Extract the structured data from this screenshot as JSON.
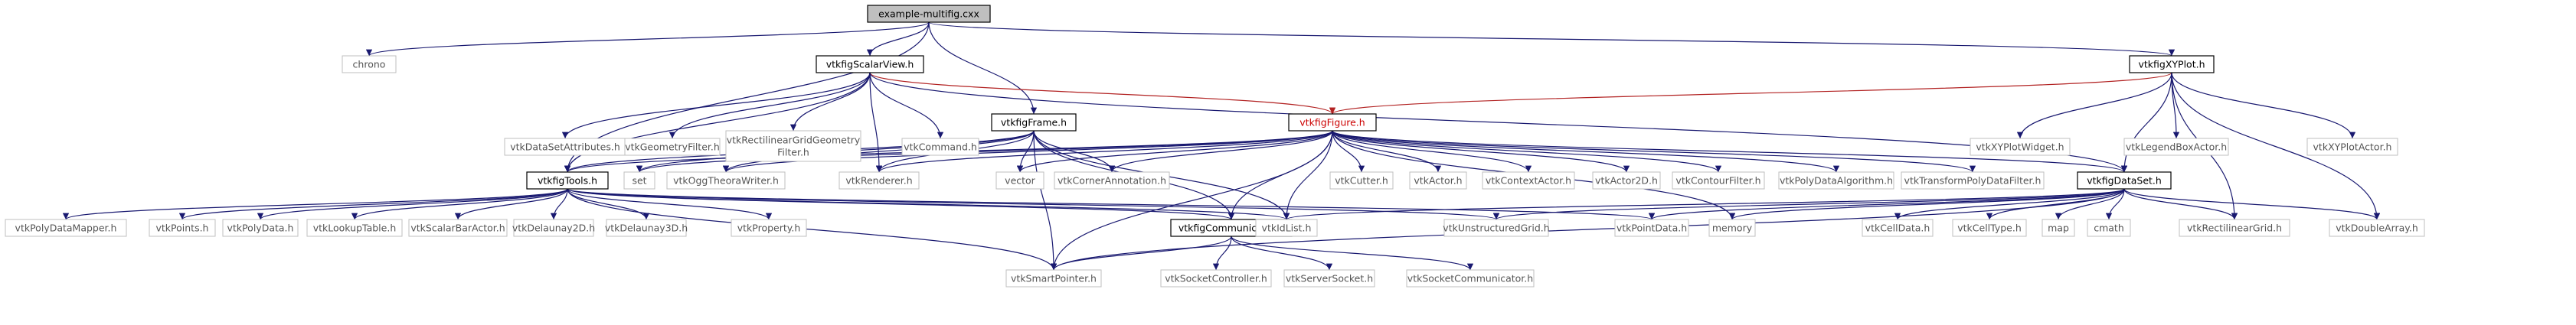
{
  "colors": {
    "edge": "#191970",
    "edge_highlight": "#b22222",
    "root_fill": "#bfbfbf",
    "highlight_text": "#cc0000",
    "external_border": "#bfbfbf"
  },
  "nodes": {
    "root": {
      "label": "example-multifig.cxx",
      "kind": "root"
    },
    "chrono": {
      "label": "chrono",
      "kind": "external"
    },
    "scalarview": {
      "label": "vtkfigScalarView.h",
      "kind": "file"
    },
    "xyplot": {
      "label": "vtkfigXYPlot.h",
      "kind": "file"
    },
    "frame": {
      "label": "vtkfigFrame.h",
      "kind": "file"
    },
    "figure": {
      "label": "vtkfigFigure.h",
      "kind": "highlight"
    },
    "tools": {
      "label": "vtkfigTools.h",
      "kind": "file"
    },
    "dataset": {
      "label": "vtkfigDataSet.h",
      "kind": "file"
    },
    "communicator": {
      "label": "vtkfigCommunicator.h",
      "kind": "file"
    },
    "datasetattributes": {
      "label": "vtkDataSetAttributes.h",
      "kind": "external"
    },
    "geometryfilter": {
      "label": "vtkGeometryFilter.h",
      "kind": "external"
    },
    "rectgeomfilter": {
      "label": "vtkRectilinearGridGeometry",
      "label2": "Filter.h",
      "kind": "external"
    },
    "command": {
      "label": "vtkCommand.h",
      "kind": "external"
    },
    "xyplotwidget": {
      "label": "vtkXYPlotWidget.h",
      "kind": "external"
    },
    "legendbox": {
      "label": "vtkLegendBoxActor.h",
      "kind": "external"
    },
    "xyplotactor": {
      "label": "vtkXYPlotActor.h",
      "kind": "external"
    },
    "set": {
      "label": "set",
      "kind": "external"
    },
    "oggwriter": {
      "label": "vtkOggTheoraWriter.h",
      "kind": "external"
    },
    "renderer": {
      "label": "vtkRenderer.h",
      "kind": "external"
    },
    "vector": {
      "label": "vector",
      "kind": "external"
    },
    "corner": {
      "label": "vtkCornerAnnotation.h",
      "kind": "external"
    },
    "cutter": {
      "label": "vtkCutter.h",
      "kind": "external"
    },
    "actor": {
      "label": "vtkActor.h",
      "kind": "external"
    },
    "contextactor": {
      "label": "vtkContextActor.h",
      "kind": "external"
    },
    "actor2d": {
      "label": "vtkActor2D.h",
      "kind": "external"
    },
    "contourfilter": {
      "label": "vtkContourFilter.h",
      "kind": "external"
    },
    "polyalgo": {
      "label": "vtkPolyDataAlgorithm.h",
      "kind": "external"
    },
    "transformpoly": {
      "label": "vtkTransformPolyDataFilter.h",
      "kind": "external"
    },
    "polymapper": {
      "label": "vtkPolyDataMapper.h",
      "kind": "external"
    },
    "points": {
      "label": "vtkPoints.h",
      "kind": "external"
    },
    "polydata": {
      "label": "vtkPolyData.h",
      "kind": "external"
    },
    "lookup": {
      "label": "vtkLookupTable.h",
      "kind": "external"
    },
    "scalarbar": {
      "label": "vtkScalarBarActor.h",
      "kind": "external"
    },
    "delaunay2d": {
      "label": "vtkDelaunay2D.h",
      "kind": "external"
    },
    "delaunay3d": {
      "label": "vtkDelaunay3D.h",
      "kind": "external"
    },
    "property": {
      "label": "vtkProperty.h",
      "kind": "external"
    },
    "idlist": {
      "label": "vtkIdList.h",
      "kind": "external"
    },
    "ugrid": {
      "label": "vtkUnstructuredGrid.h",
      "kind": "external"
    },
    "pointdata": {
      "label": "vtkPointData.h",
      "kind": "external"
    },
    "memory": {
      "label": "memory",
      "kind": "external"
    },
    "celldata": {
      "label": "vtkCellData.h",
      "kind": "external"
    },
    "celltype": {
      "label": "vtkCellType.h",
      "kind": "external"
    },
    "map": {
      "label": "map",
      "kind": "external"
    },
    "cmath": {
      "label": "cmath",
      "kind": "external"
    },
    "rectgrid": {
      "label": "vtkRectilinearGrid.h",
      "kind": "external"
    },
    "doublearray": {
      "label": "vtkDoubleArray.h",
      "kind": "external"
    },
    "smartpointer": {
      "label": "vtkSmartPointer.h",
      "kind": "external"
    },
    "socketcontroller": {
      "label": "vtkSocketController.h",
      "kind": "external"
    },
    "serversocket": {
      "label": "vtkServerSocket.h",
      "kind": "external"
    },
    "socketcomm": {
      "label": "vtkSocketCommunicator.h",
      "kind": "external"
    }
  },
  "edges": [
    [
      "root",
      "chrono"
    ],
    [
      "root",
      "scalarview"
    ],
    [
      "root",
      "xyplot"
    ],
    [
      "root",
      "frame"
    ],
    [
      "root",
      "tools"
    ],
    [
      "scalarview",
      "datasetattributes"
    ],
    [
      "scalarview",
      "geometryfilter"
    ],
    [
      "scalarview",
      "rectgeomfilter"
    ],
    [
      "scalarview",
      "command"
    ],
    [
      "scalarview",
      "figure"
    ],
    [
      "scalarview",
      "tools"
    ],
    [
      "scalarview",
      "renderer"
    ],
    [
      "scalarview",
      "dataset"
    ],
    [
      "xyplot",
      "figure"
    ],
    [
      "xyplot",
      "xyplotwidget"
    ],
    [
      "xyplot",
      "legendbox"
    ],
    [
      "xyplot",
      "xyplotactor"
    ],
    [
      "xyplot",
      "dataset"
    ],
    [
      "xyplot",
      "doublearray"
    ],
    [
      "xyplot",
      "rectgrid"
    ],
    [
      "frame",
      "tools"
    ],
    [
      "frame",
      "set"
    ],
    [
      "frame",
      "oggwriter"
    ],
    [
      "frame",
      "renderer"
    ],
    [
      "frame",
      "vector"
    ],
    [
      "frame",
      "corner"
    ],
    [
      "frame",
      "smartpointer"
    ],
    [
      "frame",
      "communicator"
    ],
    [
      "frame",
      "idlist"
    ],
    [
      "figure",
      "tools"
    ],
    [
      "figure",
      "renderer"
    ],
    [
      "figure",
      "vector"
    ],
    [
      "figure",
      "corner"
    ],
    [
      "figure",
      "cutter"
    ],
    [
      "figure",
      "actor"
    ],
    [
      "figure",
      "contextactor"
    ],
    [
      "figure",
      "actor2d"
    ],
    [
      "figure",
      "contourfilter"
    ],
    [
      "figure",
      "polyalgo"
    ],
    [
      "figure",
      "transformpoly"
    ],
    [
      "figure",
      "dataset"
    ],
    [
      "figure",
      "communicator"
    ],
    [
      "figure",
      "smartpointer"
    ],
    [
      "figure",
      "idlist"
    ],
    [
      "figure",
      "memory"
    ],
    [
      "figure",
      "set"
    ],
    [
      "figure",
      "oggwriter"
    ],
    [
      "tools",
      "polymapper"
    ],
    [
      "tools",
      "points"
    ],
    [
      "tools",
      "polydata"
    ],
    [
      "tools",
      "lookup"
    ],
    [
      "tools",
      "scalarbar"
    ],
    [
      "tools",
      "delaunay2d"
    ],
    [
      "tools",
      "delaunay3d"
    ],
    [
      "tools",
      "property"
    ],
    [
      "tools",
      "idlist"
    ],
    [
      "tools",
      "ugrid"
    ],
    [
      "tools",
      "pointdata"
    ],
    [
      "tools",
      "smartpointer"
    ],
    [
      "tools",
      "communicator"
    ],
    [
      "dataset",
      "pointdata"
    ],
    [
      "dataset",
      "celldata"
    ],
    [
      "dataset",
      "celltype"
    ],
    [
      "dataset",
      "map"
    ],
    [
      "dataset",
      "cmath"
    ],
    [
      "dataset",
      "rectgrid"
    ],
    [
      "dataset",
      "doublearray"
    ],
    [
      "dataset",
      "ugrid"
    ],
    [
      "dataset",
      "idlist"
    ],
    [
      "dataset",
      "memory"
    ],
    [
      "dataset",
      "smartpointer"
    ],
    [
      "communicator",
      "smartpointer"
    ],
    [
      "communicator",
      "socketcontroller"
    ],
    [
      "communicator",
      "serversocket"
    ],
    [
      "communicator",
      "socketcomm"
    ]
  ]
}
